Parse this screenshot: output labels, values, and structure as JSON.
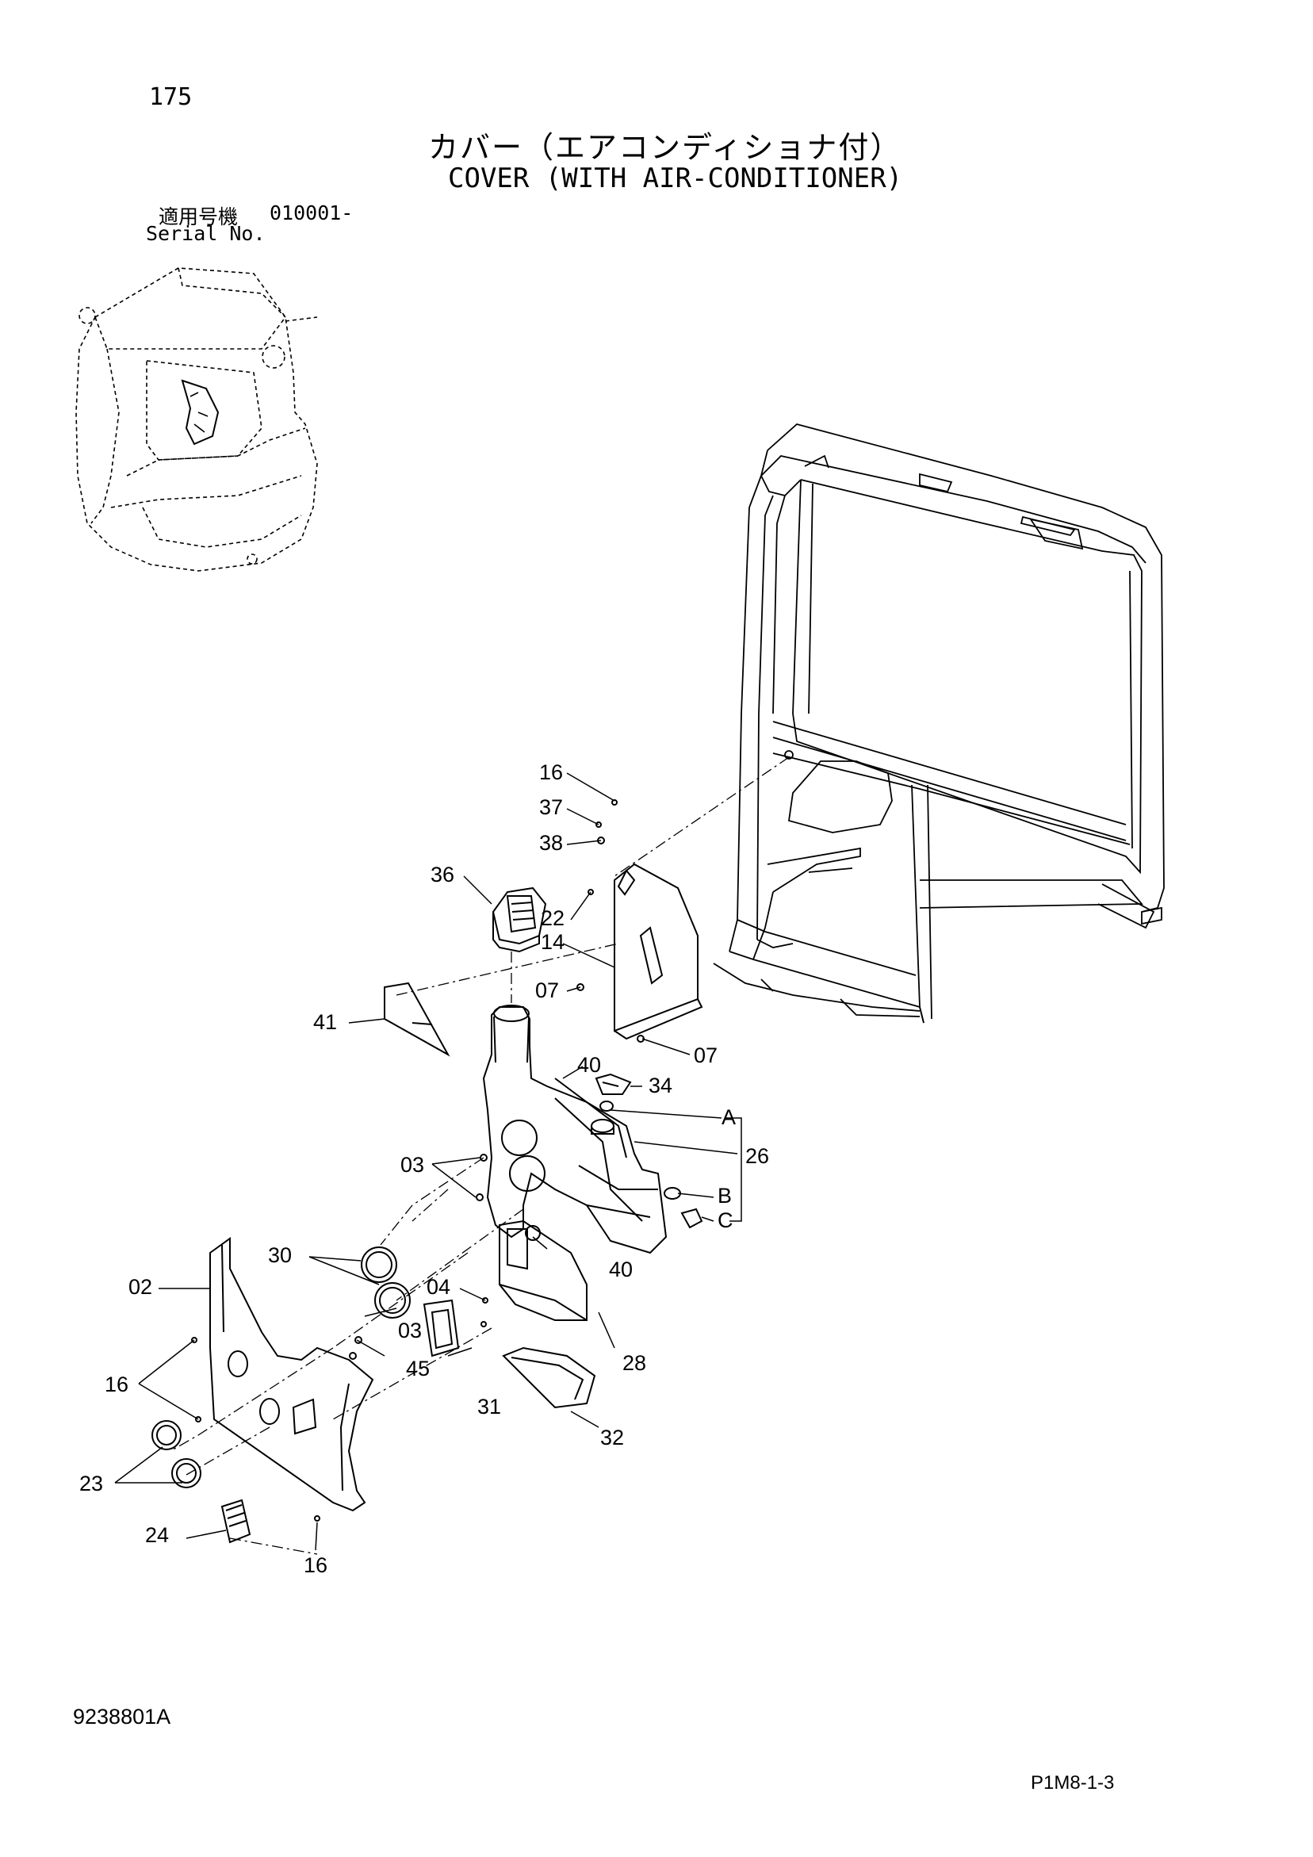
{
  "header": {
    "page_number": "175",
    "title_ja": "カバー（エアコンディショナ付）",
    "title_en": "COVER (WITH AIR-CONDITIONER)",
    "serial_label_ja": "適用号機",
    "serial_value": "010001-",
    "serial_label_en": "Serial No."
  },
  "footer": {
    "drawing_number": "9238801A",
    "page_code": "P1M8-1-3"
  },
  "callouts": {
    "c16_top": "16",
    "c37": "37",
    "c38": "38",
    "c36": "36",
    "c22": "22",
    "c14": "14",
    "c07_a": "07",
    "c07_b": "07",
    "c41": "41",
    "c40_a": "40",
    "c34": "34",
    "cA": "A",
    "c26": "26",
    "c03_a": "03",
    "cB": "B",
    "cC": "C",
    "c30": "30",
    "c02": "02",
    "c04": "04",
    "c40_b": "40",
    "c03_b": "03",
    "c45": "45",
    "c28": "28",
    "c16_left": "16",
    "c31": "31",
    "c32": "32",
    "c23": "23",
    "c24": "24",
    "c16_bottom": "16"
  },
  "icons": [
    "cab-overview-illustration",
    "cab-frame-illustration",
    "duct-assembly-illustration"
  ]
}
